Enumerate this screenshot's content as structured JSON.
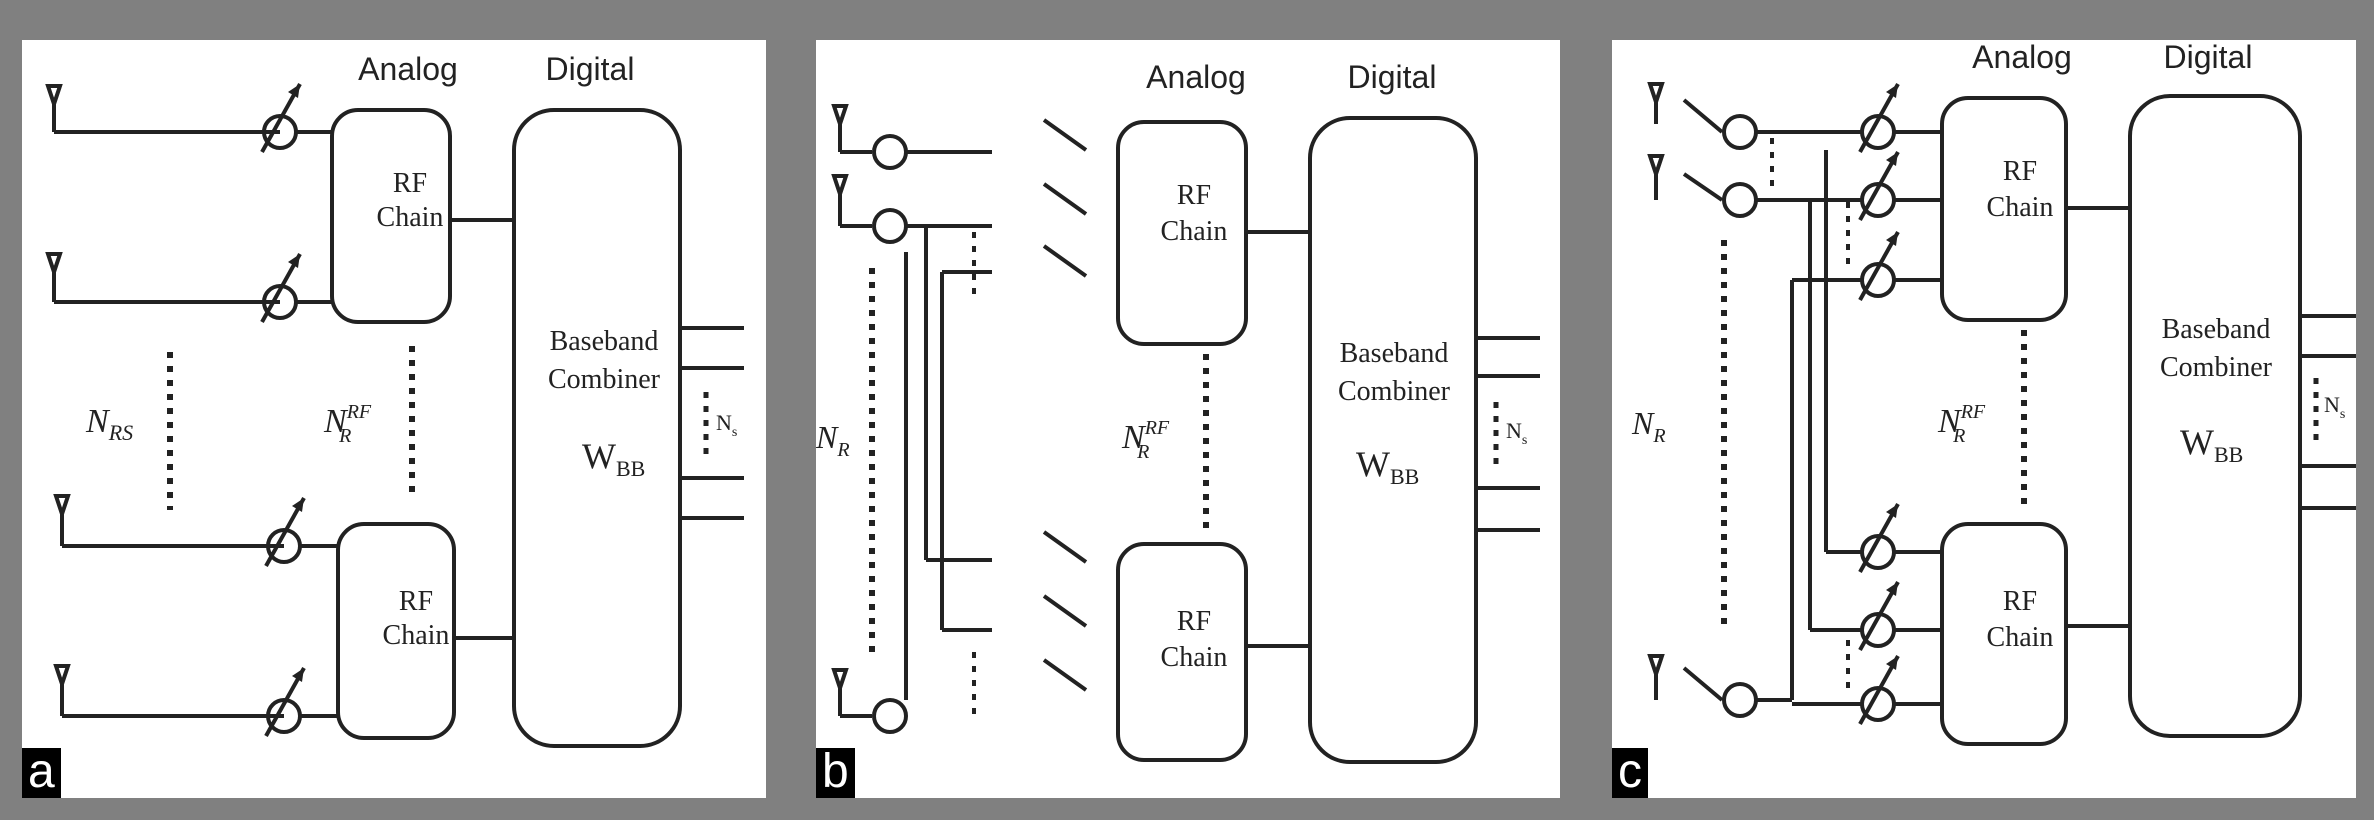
{
  "panel_a": {
    "tag": "a",
    "header_analog": "Analog",
    "header_digital": "Digital",
    "rf_line1": "RF",
    "rf_line2": "Chain",
    "bb_line1": "Baseband",
    "bb_line2": "Combiner",
    "bb_w": "W",
    "bb_sub": "BB",
    "n_left": "N",
    "n_left_sub": "RS",
    "n_mid": "N",
    "n_mid_sup": "RF",
    "n_mid_sub": "R",
    "ns": "N",
    "ns_sub": "s"
  },
  "panel_b": {
    "tag": "b",
    "header_analog": "Analog",
    "header_digital": "Digital",
    "rf_line1": "RF",
    "rf_line2": "Chain",
    "bb_line1": "Baseband",
    "bb_line2": "Combiner",
    "bb_w": "W",
    "bb_sub": "BB",
    "n_left": "N",
    "n_left_sub": "R",
    "n_mid": "N",
    "n_mid_sup": "RF",
    "n_mid_sub": "R",
    "ns": "N",
    "ns_sub": "s"
  },
  "panel_c": {
    "tag": "c",
    "header_analog": "Analog",
    "header_digital": "Digital",
    "rf_line1": "RF",
    "rf_line2": "Chain",
    "bb_line1": "Baseband",
    "bb_line2": "Combiner",
    "bb_w": "W",
    "bb_sub": "BB",
    "n_left": "N",
    "n_left_sub": "R",
    "n_mid": "N",
    "n_mid_sup": "RF",
    "n_mid_sub": "R",
    "ns": "N",
    "ns_sub": "s"
  }
}
